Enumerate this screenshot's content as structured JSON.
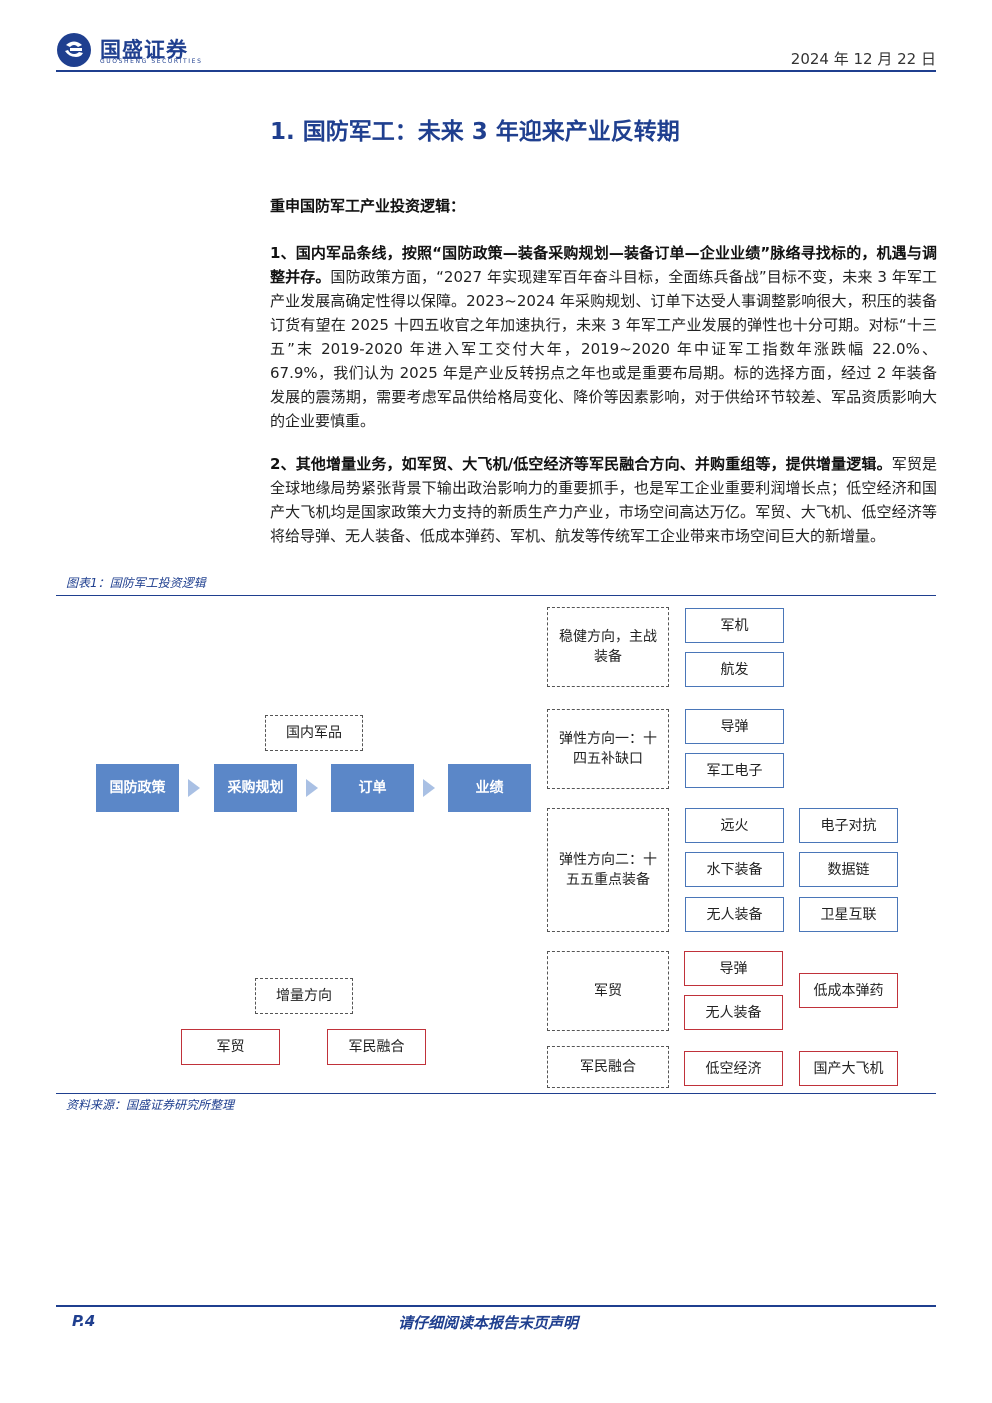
{
  "header": {
    "brand_name": "国盛证券",
    "brand_sub": "GUOSHENG SECURITIES",
    "date": "2024 年 12 月 22 日"
  },
  "section": {
    "title": "1. 国防军工：未来 3 年迎来产业反转期",
    "subtitle": "重申国防军工产业投资逻辑："
  },
  "paragraphs": [
    {
      "lead": "1、国内军品条线，按照“国防政策—装备采购规划—装备订单—企业业绩”脉络寻找标的，机遇与调整并存。",
      "body": "国防政策方面，“2027 年实现建军百年奋斗目标，全面练兵备战”目标不变，未来 3 年军工产业发展高确定性得以保障。2023~2024 年采购规划、订单下达受人事调整影响很大，积压的装备订货有望在 2025 十四五收官之年加速执行，未来 3 年军工产业发展的弹性也十分可期。对标“十三五”末 2019-2020 年进入军工交付大年，2019~2020 年中证军工指数年涨跌幅 22.0%、67.9%，我们认为 2025 年是产业反转拐点之年也或是重要布局期。标的选择方面，经过 2 年装备发展的震荡期，需要考虑军品供给格局变化、降价等因素影响，对于供给环节较差、军品资质影响大的企业要慎重。"
    },
    {
      "lead": "2、其他增量业务，如军贸、大飞机/低空经济等军民融合方向、并购重组等，提供增量逻辑。",
      "body": "军贸是全球地缘局势紧张背景下输出政治影响力的重要抓手，也是军工企业重要利润增长点；低空经济和国产大飞机均是国家政策大力支持的新质生产力产业，市场空间高达万亿。军贸、大飞机、低空经济等将给导弹、无人装备、低成本弹药、军机、航发等传统军工企业带来市场空间巨大的新增量。"
    }
  ],
  "figure": {
    "label": "图表1：国防军工投资逻辑",
    "source": "资料来源：国盛证券研究所整理",
    "domestic_label": "国内军品",
    "flow": [
      "国防政策",
      "采购规划",
      "订单",
      "业绩"
    ],
    "increment_label": "增量方向",
    "increment_items": [
      "军贸",
      "军民融合"
    ],
    "groups": {
      "stable": {
        "label": "稳健方向，主战装备",
        "items": [
          "军机",
          "航发"
        ]
      },
      "elastic1": {
        "label": "弹性方向一：十四五补缺口",
        "items": [
          "导弹",
          "军工电子"
        ]
      },
      "elastic2": {
        "label": "弹性方向二：十五五重点装备",
        "col1": [
          "远火",
          "水下装备",
          "无人装备"
        ],
        "col2": [
          "电子对抗",
          "数据链",
          "卫星互联"
        ]
      },
      "trade": {
        "label": "军贸",
        "items": [
          "导弹",
          "无人装备"
        ],
        "extra": "低成本弹药"
      },
      "civil": {
        "label": "军民融合",
        "items": [
          "低空经济"
        ],
        "extra": "国产大飞机"
      }
    }
  },
  "footer": {
    "page": "P.4",
    "disclaimer": "请仔细阅读本报告末页声明"
  },
  "colors": {
    "brand": "#1f3f8f",
    "flow_fill": "#5b87c8",
    "red_border": "#c0323a",
    "blue_border": "#4a76b8"
  }
}
